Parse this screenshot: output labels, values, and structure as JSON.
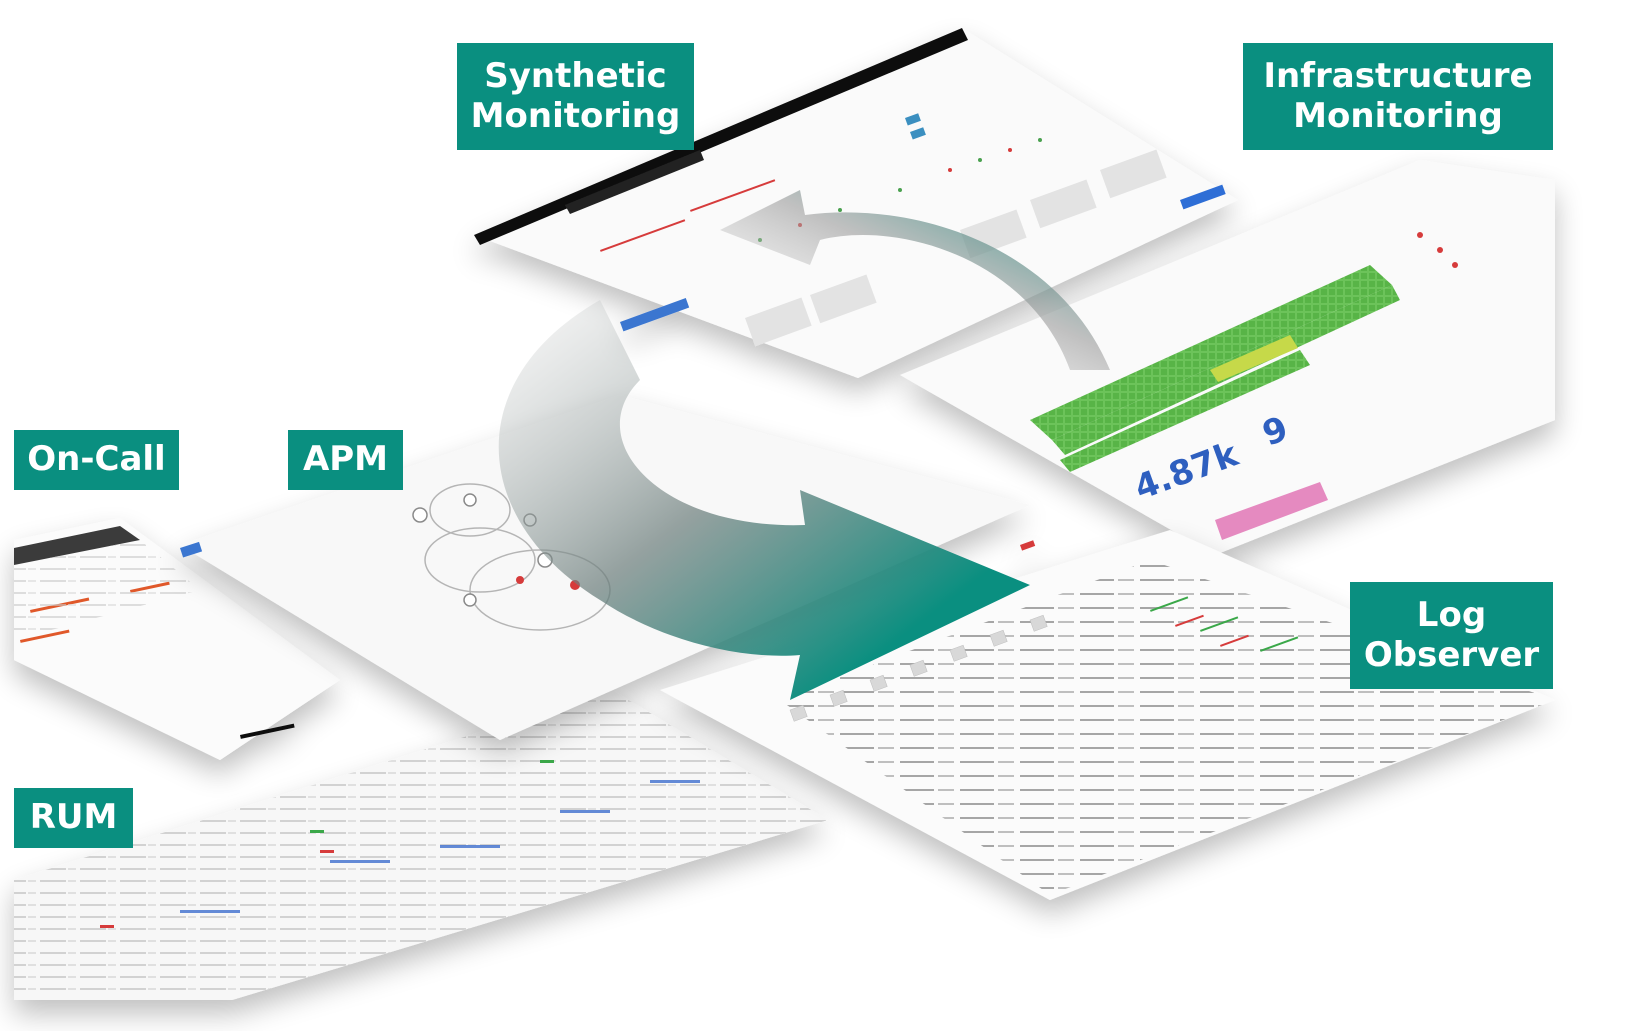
{
  "labels": {
    "synthetic_monitoring": "Synthetic\nMonitoring",
    "infrastructure_monitoring": "Infrastructure\nMonitoring",
    "on_call": "On-Call",
    "apm": "APM",
    "rum": "RUM",
    "log_observer": "Log\nObserver"
  },
  "infra_panel": {
    "stat_value_1": "4.87k",
    "stat_value_2": "9"
  },
  "colors": {
    "label_background": "#0a8f80",
    "label_text": "#ffffff",
    "arrow": "#0a8f80",
    "heatmap_green": "#5dbb4a",
    "heatmap_yellow": "#c6d94a",
    "stat_blue": "#2f5fbf",
    "histogram_pink": "#e58ac0"
  }
}
